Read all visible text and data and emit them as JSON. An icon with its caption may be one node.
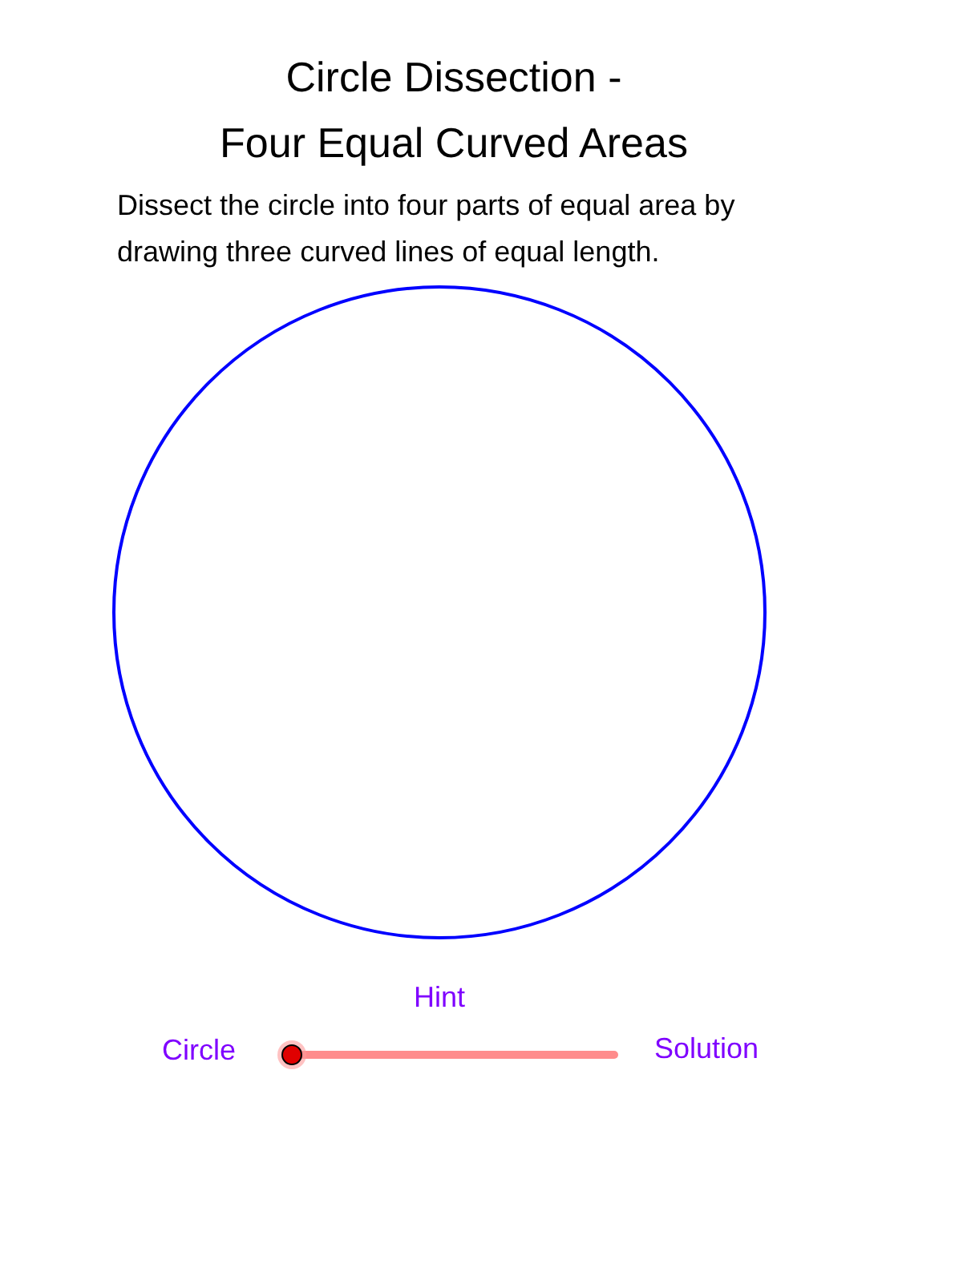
{
  "diagram": {
    "title": "Circle Dissection - Four Equal Curved Areas",
    "labels": [
      "Dissect the circle into four parts of equal area by drawing three curved lines of equal length.",
      "Hint",
      "Circle",
      "Solution"
    ]
  }
}
